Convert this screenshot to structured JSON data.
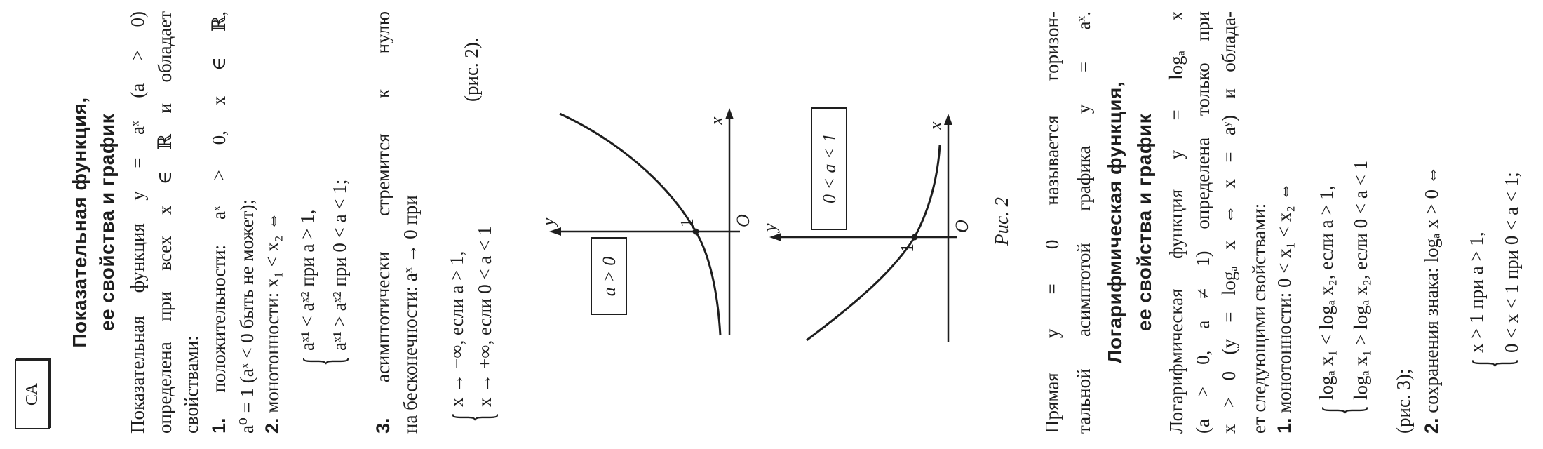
{
  "section_label": "СА",
  "exp": {
    "title_line1": "Показательная функция,",
    "title_line2": "ее свойства и график",
    "p1": "Показательная функция y = aˣ (a > 0)",
    "p2": "определена при всех x ∈ ℝ и обладает",
    "p3": "свойствами:",
    "item1_num": "1.",
    "item1_text": " положительности: aˣ > 0, x ∈ ℝ,",
    "item1_cont": "a⁰ = 1 (aˣ < 0 быть не может);",
    "item2_num": "2.",
    "item2_text": " монотонности: x₁ < x₂ ⇔",
    "sys1": [
      "aˣ¹ < aˣ²  при a > 1,",
      "aˣ¹ > aˣ²  при 0 < a < 1;"
    ],
    "item3_num": "3.",
    "item3_text": " асимптотически стремится к нулю",
    "item3_cont": "на бесконечности: aˣ → 0 при",
    "sys2": [
      "x → −∞,  если a > 1,",
      "x → +∞,  если 0 < a < 1"
    ],
    "sys2_ref": "(рис. 2)."
  },
  "figure": {
    "graph1": {
      "box": "a > 0",
      "y_label": "y",
      "x_label": "x",
      "one_label": "1",
      "origin_label": "O"
    },
    "graph2": {
      "box": "0 < a < 1",
      "y_label": "y",
      "x_label": "x",
      "one_label": "1",
      "origin_label": "O"
    },
    "caption": "Рис. 2"
  },
  "asymptote": {
    "l1": "Прямая y = 0 называется горизон-",
    "l2": "тальной асимптотой графика y = aˣ."
  },
  "log": {
    "title_line1": "Логарифмическая функция,",
    "title_line2": "ее свойства и график",
    "p1": "Логарифмическая функция y = logₐ x",
    "p2": "(a > 0, a ≠ 1) определена только при",
    "p3": "x > 0 (y = logₐ x ⇔ x = aʸ) и облада-",
    "p4": "ет следующими свойствами:",
    "item1_num": "1.",
    "item1_text": " монотонности: 0 < x₁ < x₂ ⇔",
    "sys1": [
      "logₐ x₁ < logₐ x₂,  если a > 1,",
      "logₐ x₁ > logₐ x₂,  если 0 < a < 1"
    ],
    "sys1_ref": "(рис. 3);",
    "item2_num": "2.",
    "item2_text": " сохранения знака: logₐ x > 0 ⇔",
    "sys2": [
      "x > 1 при a > 1,",
      "0 < x < 1 при 0 < a < 1;"
    ]
  }
}
